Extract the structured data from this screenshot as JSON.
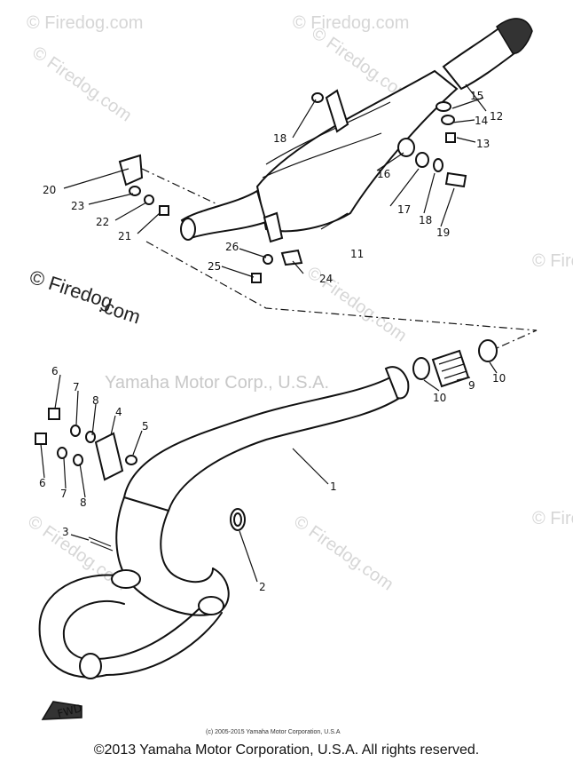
{
  "watermarks": {
    "site": "© Firedog.com",
    "site_side_1": "© Firedog",
    "site_side_2": ".com",
    "center": "Yamaha Motor Corp., U.S.A.",
    "fine_print": "(c) 2005-2015 Yamaha Motor Corporation, U.S.A"
  },
  "callouts": {
    "c1": "1",
    "c2": "2",
    "c3": "3",
    "c4": "4",
    "c5": "5",
    "c6a": "6",
    "c6b": "6",
    "c7a": "7",
    "c7b": "7",
    "c8a": "8",
    "c8b": "8",
    "c9": "9",
    "c10a": "10",
    "c10b": "10",
    "c11": "11",
    "c12": "12",
    "c13": "13",
    "c14": "14",
    "c15": "15",
    "c16": "16",
    "c17": "17",
    "c18a": "18",
    "c18b": "18",
    "c19": "19",
    "c20": "20",
    "c21": "21",
    "c22": "22",
    "c23": "23",
    "c24": "24",
    "c25": "25",
    "c26": "26"
  },
  "fwd_label": "FWD",
  "footer": "©2013 Yamaha Motor Corporation, U.S.A. All rights reserved."
}
